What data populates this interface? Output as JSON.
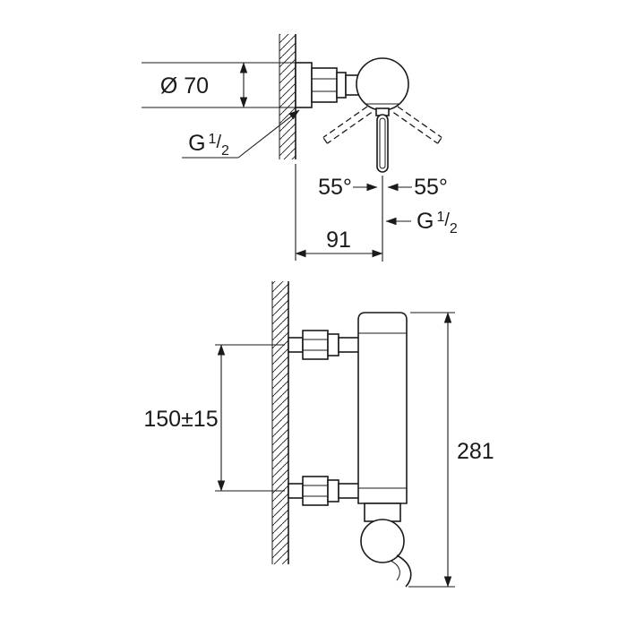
{
  "colors": {
    "line": "#1a1a1a",
    "background": "#ffffff"
  },
  "top_view": {
    "escutcheon_diameter": "Ø 70",
    "inlet_thread": {
      "g": "G",
      "num": "1",
      "slash": "/",
      "den": "2"
    },
    "lever_angle_left": "55°",
    "lever_angle_right": "55°",
    "outlet_thread": {
      "g": "G",
      "num": "1",
      "slash": "/",
      "den": "2"
    },
    "projection_depth": "91"
  },
  "front_view": {
    "connection_spacing": "150±15",
    "overall_height": "281"
  }
}
